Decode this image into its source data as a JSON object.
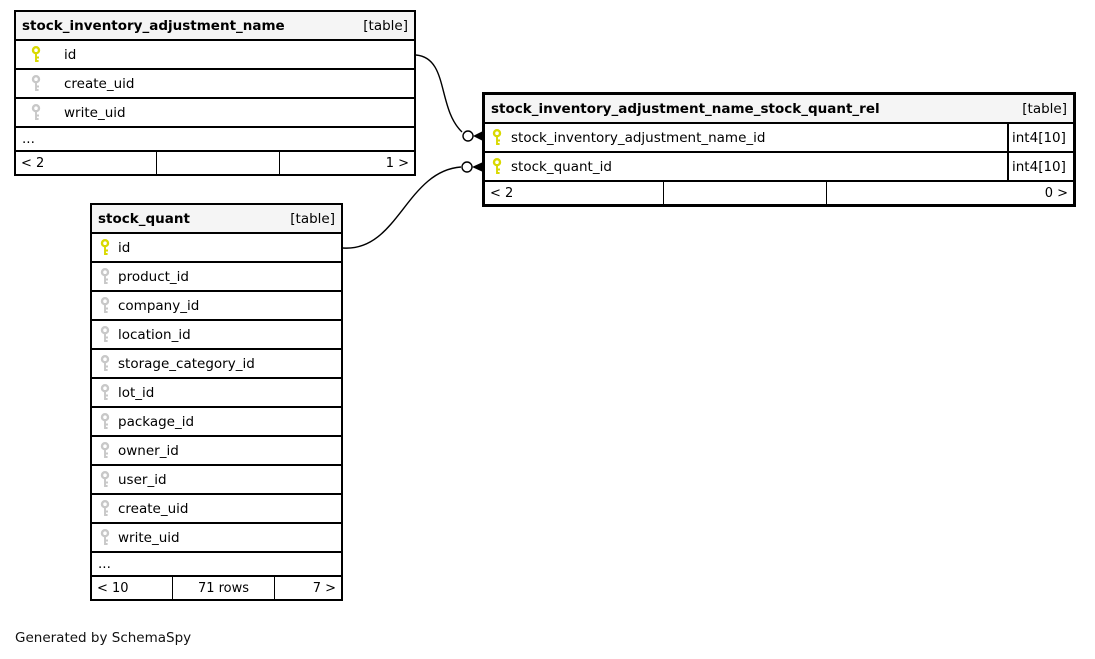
{
  "diagram": {
    "generator_note": "Generated by SchemaSpy",
    "colors": {
      "background": "#ffffff",
      "table_header_bg": "#f5f5f5",
      "border": "#000000",
      "primary_key_icon": "#d9d900",
      "foreign_key_icon": "#c8c8c8"
    }
  },
  "tables": [
    {
      "name": "stock_inventory_adjustment_name",
      "type_label": "[table]",
      "columns": [
        {
          "name": "id",
          "key": "primary"
        },
        {
          "name": "create_uid",
          "key": "foreign"
        },
        {
          "name": "write_uid",
          "key": "foreign"
        }
      ],
      "ellipsis": "...",
      "pager": {
        "left": "< 2",
        "center": "",
        "right": "1 >"
      }
    },
    {
      "name": "stock_inventory_adjustment_name_stock_quant_rel",
      "type_label": "[table]",
      "columns": [
        {
          "name": "stock_inventory_adjustment_name_id",
          "key": "primary",
          "type": "int4[10]"
        },
        {
          "name": "stock_quant_id",
          "key": "primary",
          "type": "int4[10]"
        }
      ],
      "pager": {
        "left": "< 2",
        "center": "",
        "right": "0 >"
      }
    },
    {
      "name": "stock_quant",
      "type_label": "[table]",
      "columns": [
        {
          "name": "id",
          "key": "primary"
        },
        {
          "name": "product_id",
          "key": "foreign"
        },
        {
          "name": "company_id",
          "key": "foreign"
        },
        {
          "name": "location_id",
          "key": "foreign"
        },
        {
          "name": "storage_category_id",
          "key": "foreign"
        },
        {
          "name": "lot_id",
          "key": "foreign"
        },
        {
          "name": "package_id",
          "key": "foreign"
        },
        {
          "name": "owner_id",
          "key": "foreign"
        },
        {
          "name": "user_id",
          "key": "foreign"
        },
        {
          "name": "create_uid",
          "key": "foreign"
        },
        {
          "name": "write_uid",
          "key": "foreign"
        }
      ],
      "ellipsis": "...",
      "pager": {
        "left": "< 10",
        "center": "71 rows",
        "right": "7 >"
      }
    }
  ],
  "relationships": [
    {
      "from_table": "stock_inventory_adjustment_name",
      "from_column": "id",
      "to_table": "stock_inventory_adjustment_name_stock_quant_rel",
      "to_column": "stock_inventory_adjustment_name_id"
    },
    {
      "from_table": "stock_quant",
      "from_column": "id",
      "to_table": "stock_inventory_adjustment_name_stock_quant_rel",
      "to_column": "stock_quant_id"
    }
  ]
}
